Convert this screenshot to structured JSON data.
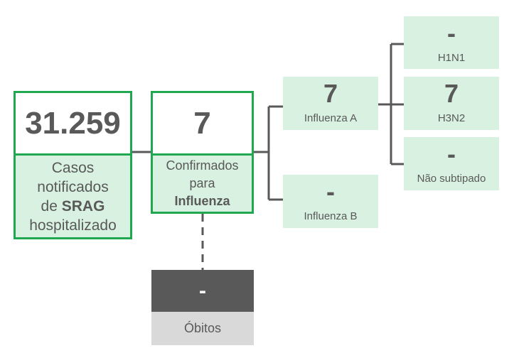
{
  "srag": {
    "value": "31.259",
    "label_line1": "Casos",
    "label_line2": "notificados",
    "label_line3_prefix": "de ",
    "label_line3_bold": "SRAG",
    "label_line4": "hospitalizado"
  },
  "confirmed": {
    "value": "7",
    "label_line1": "Confirmados",
    "label_line2": "para",
    "label_line3_bold": "Influenza"
  },
  "influenza_a": {
    "value": "7",
    "label": "Influenza A"
  },
  "influenza_b": {
    "value": "-",
    "label": "Influenza B"
  },
  "h1n1": {
    "value": "-",
    "label": "H1N1"
  },
  "h3n2": {
    "value": "7",
    "label": "H3N2"
  },
  "not_subtyped": {
    "value": "-",
    "label": "Não subtipado"
  },
  "deaths": {
    "value": "-",
    "label": "Óbitos"
  },
  "colors": {
    "green_border": "#1fa84f",
    "mint_fill": "#d8f1e1",
    "text_gray": "#595959",
    "dark_gray": "#595959",
    "light_gray": "#d9d9d9",
    "connector_gray": "#595959"
  }
}
